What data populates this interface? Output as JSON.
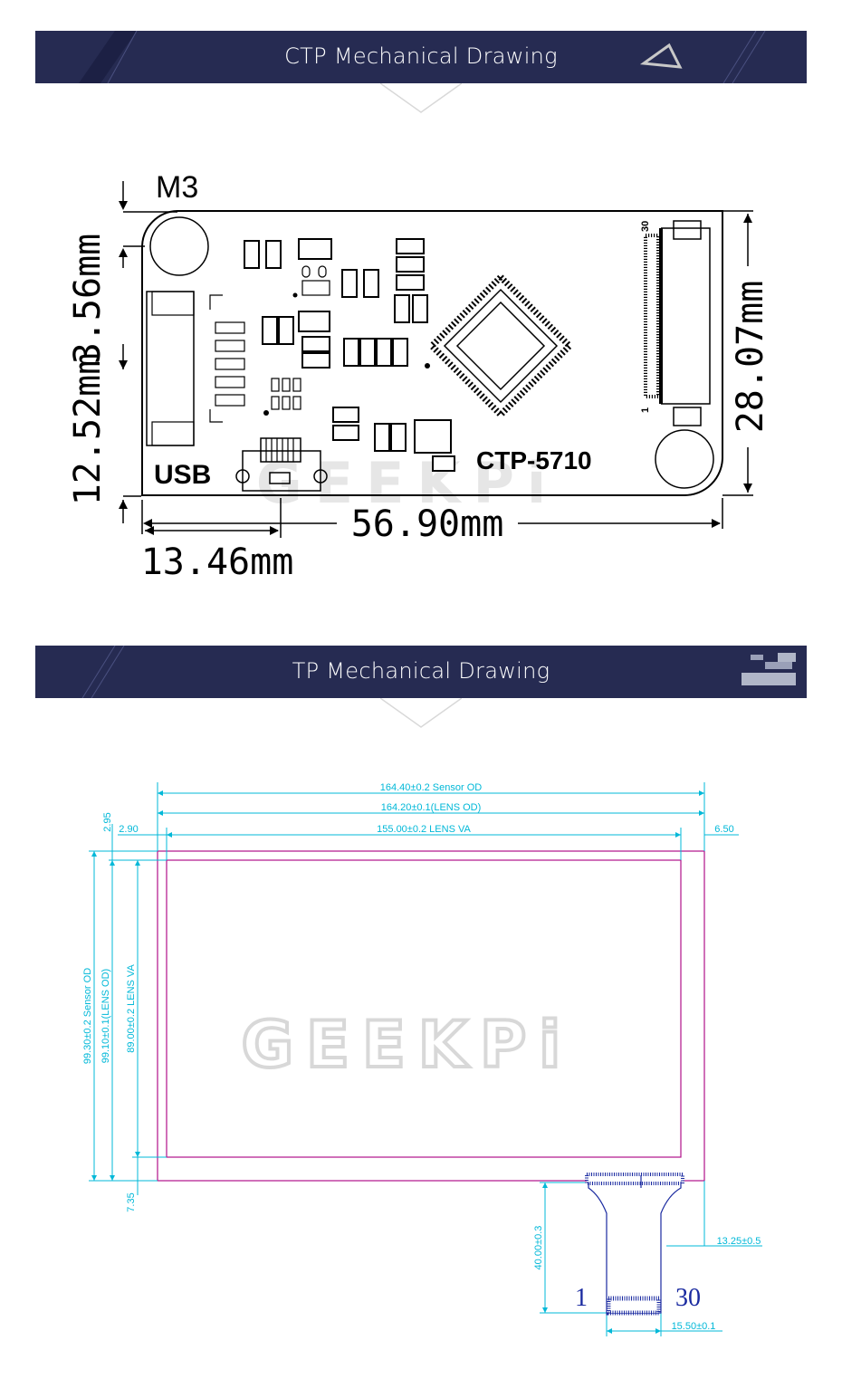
{
  "banners": [
    {
      "title": "CTP Mechanical Drawing"
    },
    {
      "title": "TP Mechanical Drawing"
    }
  ],
  "ctp_drawing": {
    "mount_label": "M3",
    "usb_label": "USB",
    "board_label": "CTP-5710",
    "connector_pin_top": "30",
    "connector_pin_bottom": "1",
    "dim_top_offset": "3.56mm",
    "dim_usb_offset": "12.52mm",
    "dim_height": "28.07mm",
    "dim_width": "56.90mm",
    "dim_usb_x": "13.46mm",
    "watermark": "GEEKPi"
  },
  "tp_drawing": {
    "dim_sensor_od_w": "164.40±0.2 Sensor OD",
    "dim_lens_od_w": "164.20±0.1(LENS OD)",
    "dim_lens_va_w": "155.00±0.2 LENS VA",
    "dim_left_top": "2.95",
    "dim_left_margin": "2.90",
    "dim_right_margin": "6.50",
    "dim_sensor_od_h": "99.30±0.2 Sensor OD",
    "dim_lens_od_h": "99.10±0.1(LENS OD)",
    "dim_lens_va_h": "89.00±0.2 LENS VA",
    "dim_bottom_margin": "7.35",
    "dim_fpc_length": "40.00±0.3",
    "dim_fpc_offset": "13.25±0.5",
    "dim_fpc_width": "15.50±0.1",
    "fpc_pin_first": "1",
    "fpc_pin_last": "30",
    "watermark": "GEEKPi"
  },
  "colors": {
    "banner_bg": "#262b52",
    "cyan_dim": "#00b8d8",
    "panel_outline": "#b0108a",
    "fpc_blue": "#1a2aa0"
  }
}
